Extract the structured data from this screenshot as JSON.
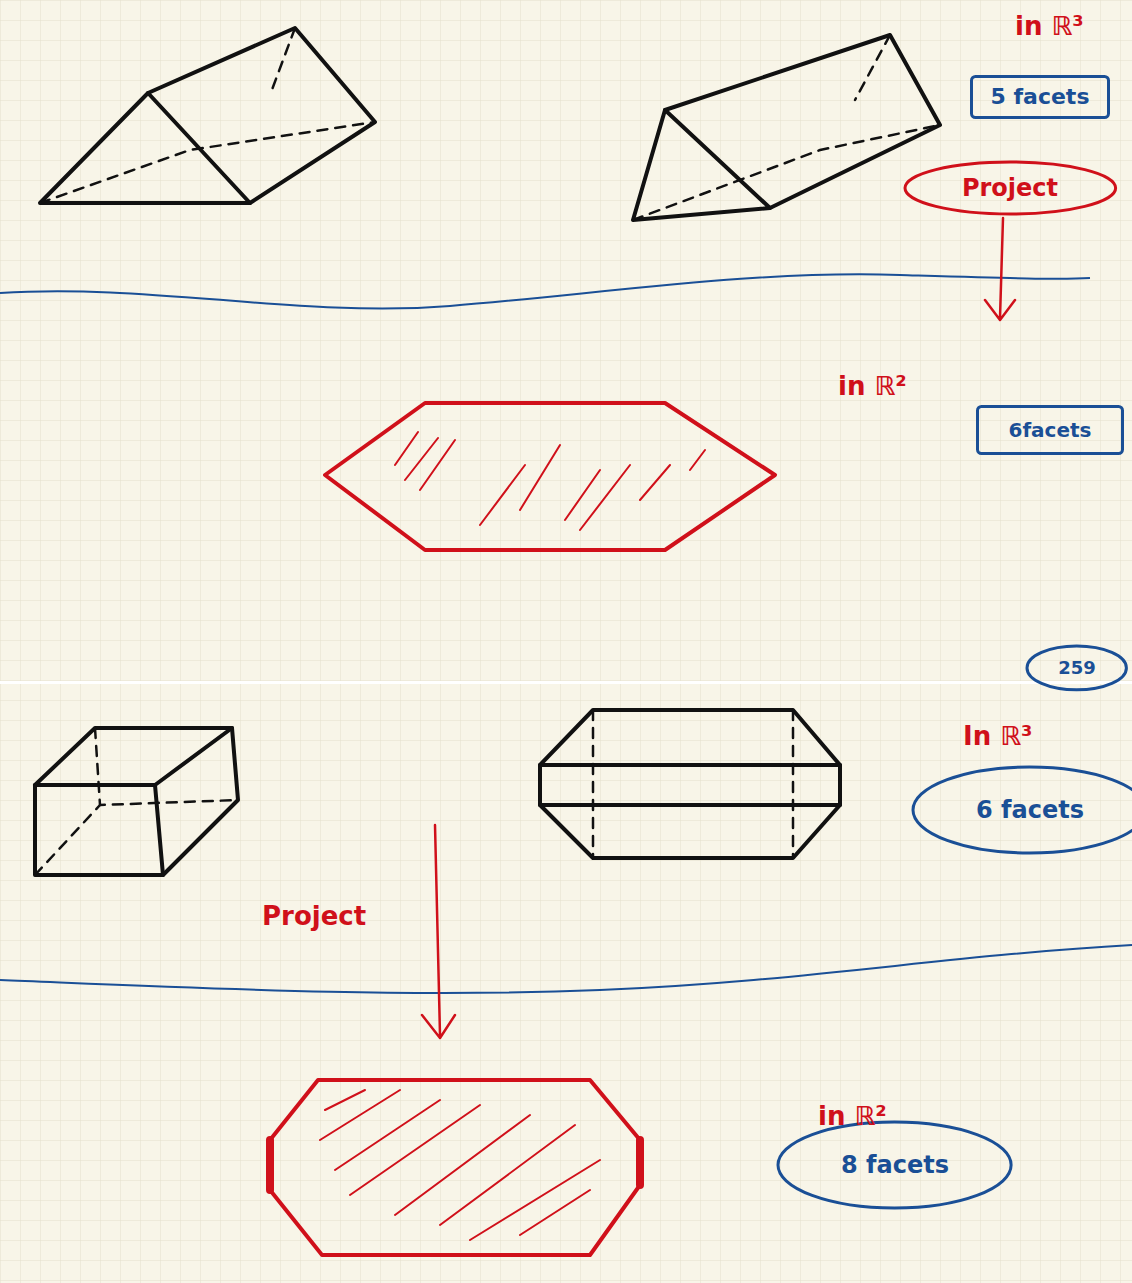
{
  "diagram": {
    "nodes": [
      {
        "text": [
          "5 facets"
        ]
      },
      {
        "text": [
          "Project"
        ]
      },
      {
        "text": [
          "6facets"
        ]
      },
      {
        "text": [
          "259"
        ]
      },
      {
        "text": [
          "6 facets"
        ]
      },
      {
        "text": [
          "8 facets"
        ]
      }
    ],
    "labels": [
      "in ℝ³",
      "in ℝ²",
      "In ℝ³",
      "Project",
      "in ℝ²"
    ]
  }
}
